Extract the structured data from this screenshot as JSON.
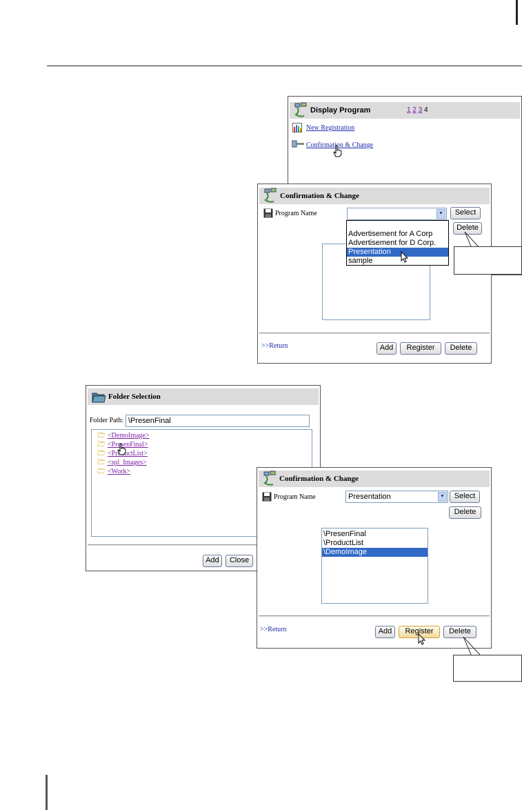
{
  "display_program": {
    "title": "Display Program",
    "pages": [
      "1",
      "2",
      "3"
    ],
    "current_page": "4",
    "new_registration": "New Registration",
    "confirmation_change": "Confirmation & Change"
  },
  "conf1": {
    "title": "Confirmation & Change",
    "program_name_label": "Program Name",
    "program_name_value": "",
    "select_btn": "Select",
    "delete_btn": "Delete",
    "dropdown_options": [
      "Advertisement for A Corp",
      "Advertisement for D Corp.",
      "Presentation",
      "sample"
    ],
    "dropdown_selected_index": 2,
    "return_link": ">>Return",
    "add_btn": "Add",
    "register_btn": "Register",
    "delete_btn2": "Delete"
  },
  "folder": {
    "title": "Folder Selection",
    "path_label": "Folder Path:",
    "path_value": "\\PresenFinal",
    "items": [
      "<DemoImage>",
      "<PresenFinal>",
      "<ProductList>",
      "<spl_Images>",
      "<Work>"
    ],
    "add_btn": "Add",
    "close_btn": "Close"
  },
  "conf2": {
    "title": "Confirmation & Change",
    "program_name_label": "Program Name",
    "program_name_value": "Presentation",
    "select_btn": "Select",
    "delete_btn": "Delete",
    "list_items": [
      "\\PresenFinal",
      "\\ProductList",
      "\\DemoImage"
    ],
    "list_selected_index": 2,
    "return_link": ">>Return",
    "add_btn": "Add",
    "register_btn": "Register",
    "delete_btn2": "Delete"
  }
}
